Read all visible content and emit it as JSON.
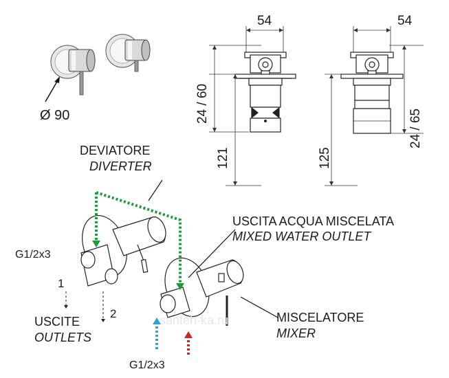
{
  "figure": {
    "faceplate_diameter": "Ø 90",
    "front_view": {
      "width": "54",
      "depth": "24 / 60",
      "height": "121"
    },
    "side_view": {
      "width": "54",
      "depth": "24 / 65",
      "height": "125"
    },
    "diverter": {
      "label_it": "DEVIATORE",
      "label_en": "DIVERTER"
    },
    "mixed_outlet": {
      "label_it": "USCITA ACQUA MISCELATA",
      "label_en": "MIXED WATER OUTLET"
    },
    "mixer": {
      "label_it": "MISCELATORE",
      "label_en": "MIXER"
    },
    "outlets": {
      "label_it": "USCITE",
      "label_en": "OUTLETS",
      "num1": "1",
      "num2": "2"
    },
    "thread_outlet": "G1/2x3",
    "thread_inlet": "G1/2x3",
    "watermark": "santeh-ka.ru",
    "colors": {
      "hot_arrow": "#d62020",
      "cold_arrow": "#1fa8d6",
      "flow_arrow": "#1e9a3c"
    }
  }
}
